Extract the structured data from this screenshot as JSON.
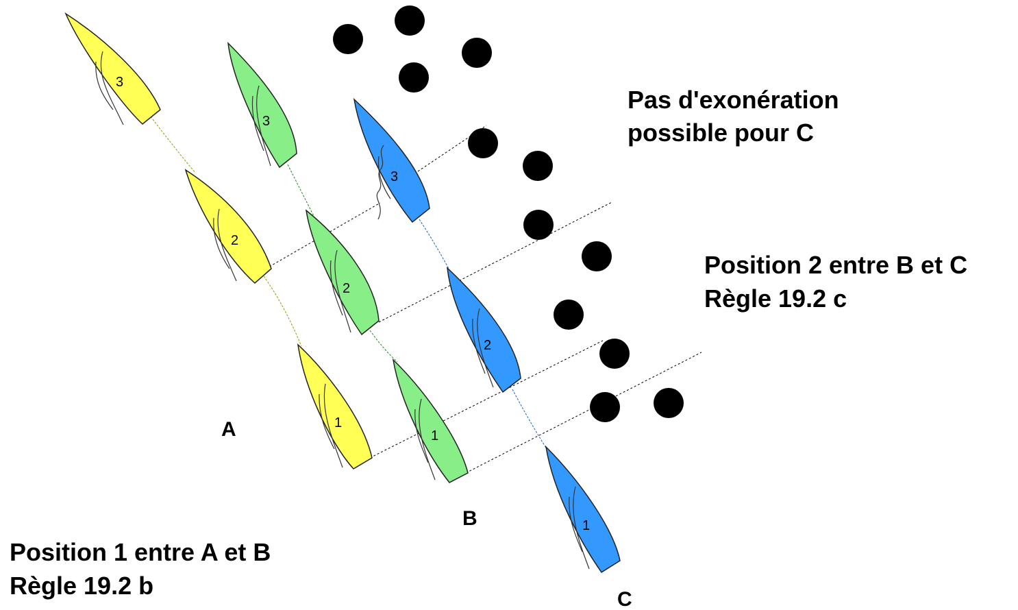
{
  "labels": {
    "boat_a": "A",
    "boat_b": "B",
    "boat_c": "C",
    "top_right_line1": "Pas d'exonération",
    "top_right_line2": "possible pour C",
    "mid_right_line1": "Position 2 entre B et C",
    "mid_right_line2": "Règle 19.2 c",
    "bottom_left_line1": "Position 1 entre A et B",
    "bottom_left_line2": "Règle 19.2 b"
  },
  "boats": {
    "A": {
      "color": "#ffff55",
      "positions": [
        "1",
        "2",
        "3"
      ]
    },
    "B": {
      "color": "#88ee88",
      "positions": [
        "1",
        "2",
        "3"
      ]
    },
    "C": {
      "color": "#3399ff",
      "positions": [
        "1",
        "2",
        "3"
      ]
    }
  },
  "colors": {
    "obstacle": "#000000",
    "outline": "#222222",
    "leader_line": "#000000"
  }
}
